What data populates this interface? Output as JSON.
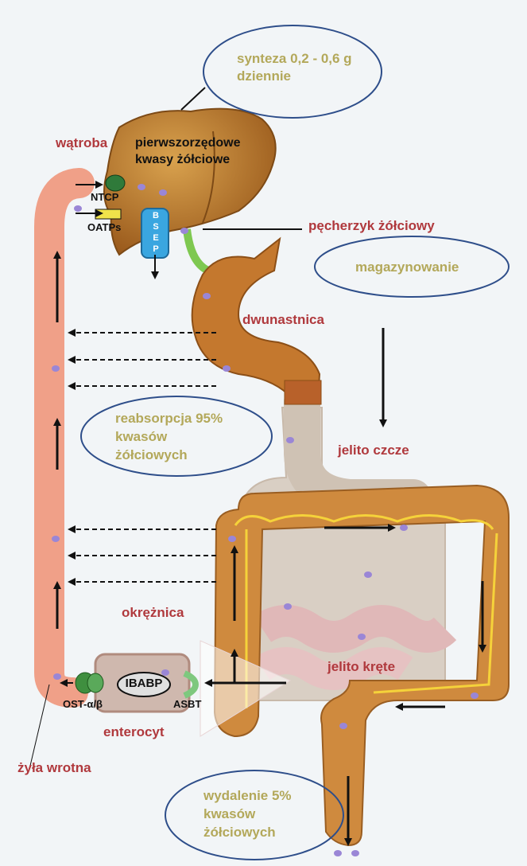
{
  "labels": {
    "synthesis": [
      "synteza 0,2 - 0,6 g",
      "dziennie"
    ],
    "liver": "wątroba",
    "primary_acids": [
      "pierwszorzędowe",
      "kwasy żółciowe"
    ],
    "ntcp": "NTCP",
    "oatps": "OATPs",
    "bsep": [
      "B",
      "S",
      "E",
      "P"
    ],
    "gallbladder": "pęcherzyk żółciowy",
    "storage": "magazynowanie",
    "duodenum": "dwunastnica",
    "reabsorption": [
      "reabsorpcja 95%",
      "kwasów",
      "żółciowych"
    ],
    "jejunum": "jelito czcze",
    "colon": "okrężnica",
    "ileum": "jelito kręte",
    "ost": "OST-α/β",
    "ibabp": "IBABP",
    "asbt": "ASBT",
    "enterocyte": "enterocyt",
    "portal_vein": "żyła wrotna",
    "excretion": [
      "wydalenie 5%",
      "kwasów",
      "żółciowych"
    ]
  },
  "colors": {
    "portal_vein": "#f0a088",
    "liver": "#b8742a",
    "duodenum": "#c4782e",
    "colon": "#cf8a3e",
    "small_intestine": "#d9cfc4",
    "red_text": "#b0393d",
    "olive_text": "#b3a85a",
    "ellipse_border": "#2e4e8a",
    "dots": "#9a86d6"
  }
}
